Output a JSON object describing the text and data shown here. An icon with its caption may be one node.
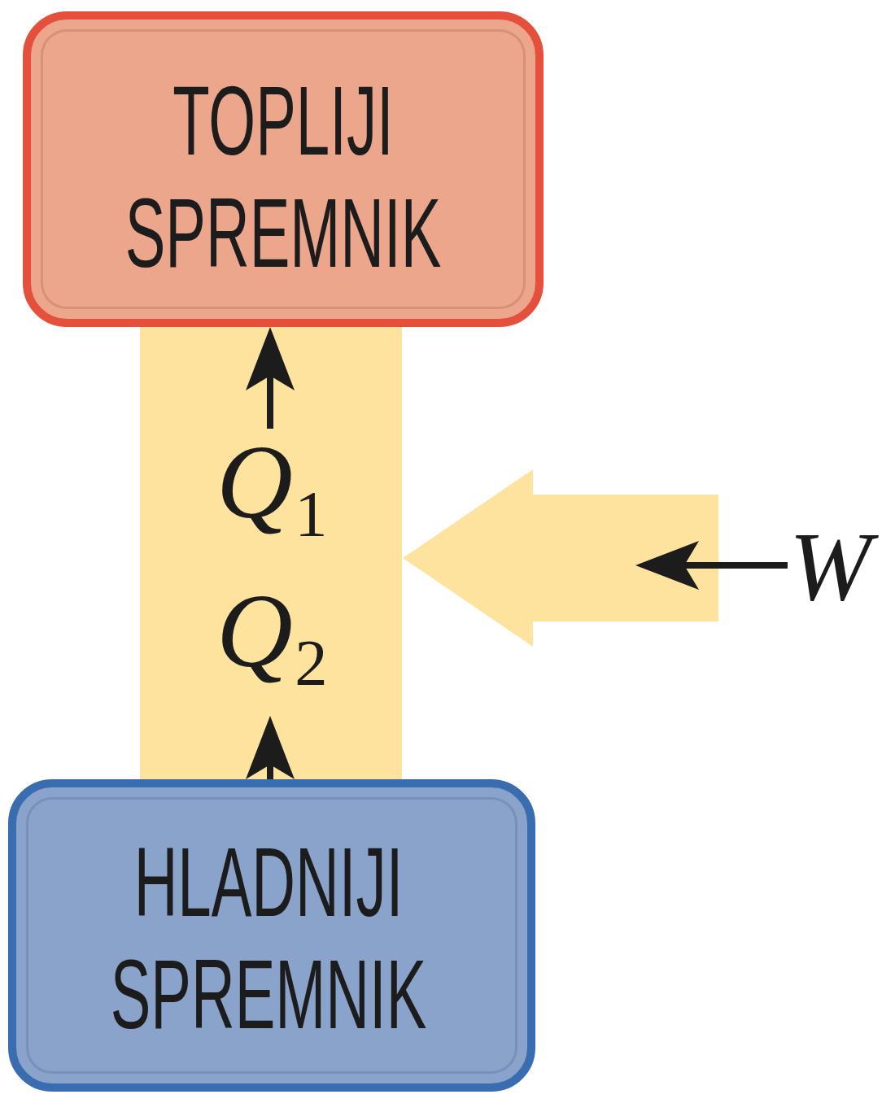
{
  "diagram": {
    "nodes": [
      {
        "text": [
          "TOPLIJI SPREMNIK"
        ]
      },
      {
        "text": [],
        "shape": "bar"
      },
      {
        "text": [
          "*Q*$_{1}$"
        ],
        "in": 1
      },
      {
        "text": [
          "*Q*$_{2}$"
        ],
        "in": 1
      },
      {
        "text": [
          "HLADNIJI SPREMNIK"
        ]
      },
      {
        "text": [],
        "shape": "arrow"
      },
      {
        "text": [
          "W"
        ]
      }
    ],
    "edges": [
      {
        "from": 2,
        "to": 0,
        "arrow": "to"
      },
      {
        "from": 4,
        "to": 3,
        "arrow": "to"
      },
      {
        "from": 6,
        "to": 5,
        "arrow": "to"
      }
    ]
  }
}
